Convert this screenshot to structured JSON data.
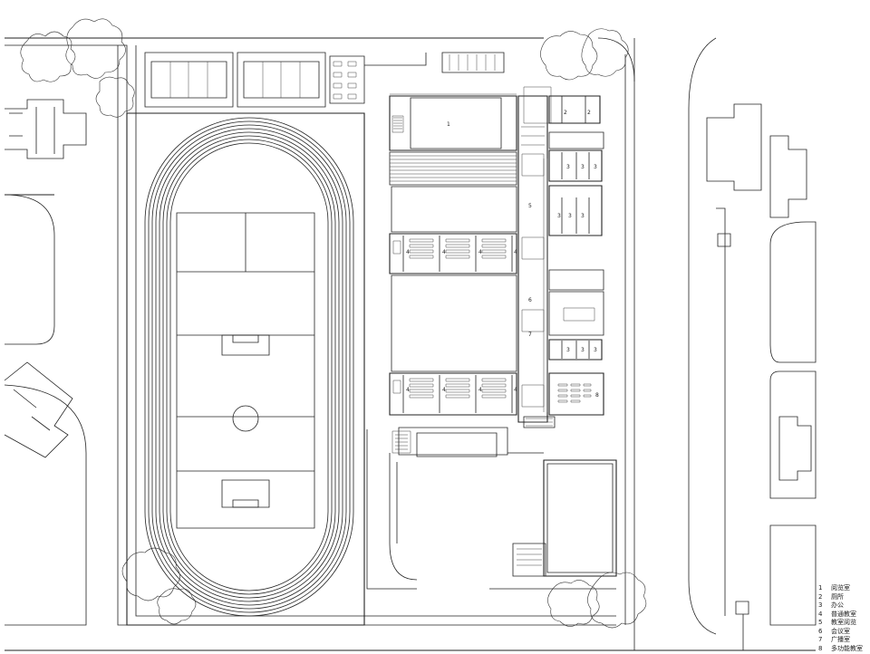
{
  "legend": [
    {
      "num": "1",
      "label": "阅览室"
    },
    {
      "num": "2",
      "label": "厕所"
    },
    {
      "num": "3",
      "label": "办公"
    },
    {
      "num": "4",
      "label": "普通教室"
    },
    {
      "num": "5",
      "label": "教室阅览"
    },
    {
      "num": "6",
      "label": "会议室"
    },
    {
      "num": "7",
      "label": "广播室"
    },
    {
      "num": "8",
      "label": "多功能教室"
    }
  ],
  "room_labels": {
    "reading": "1",
    "toilet_a": "2",
    "toilet_b": "2",
    "office_a": "3",
    "office_b": "3",
    "office_c": "3",
    "office_d": "3",
    "office_e": "3",
    "office_f": "3",
    "office_g": "3",
    "office_h": "3",
    "office_i": "3",
    "class_a": "4",
    "class_b": "4",
    "class_c": "4",
    "class_d": "4",
    "class_e": "4",
    "class_f": "4",
    "class_g": "4",
    "class_h": "4",
    "class_reading": "5",
    "meeting": "6",
    "broadcast": "7",
    "multipurpose": "8"
  }
}
